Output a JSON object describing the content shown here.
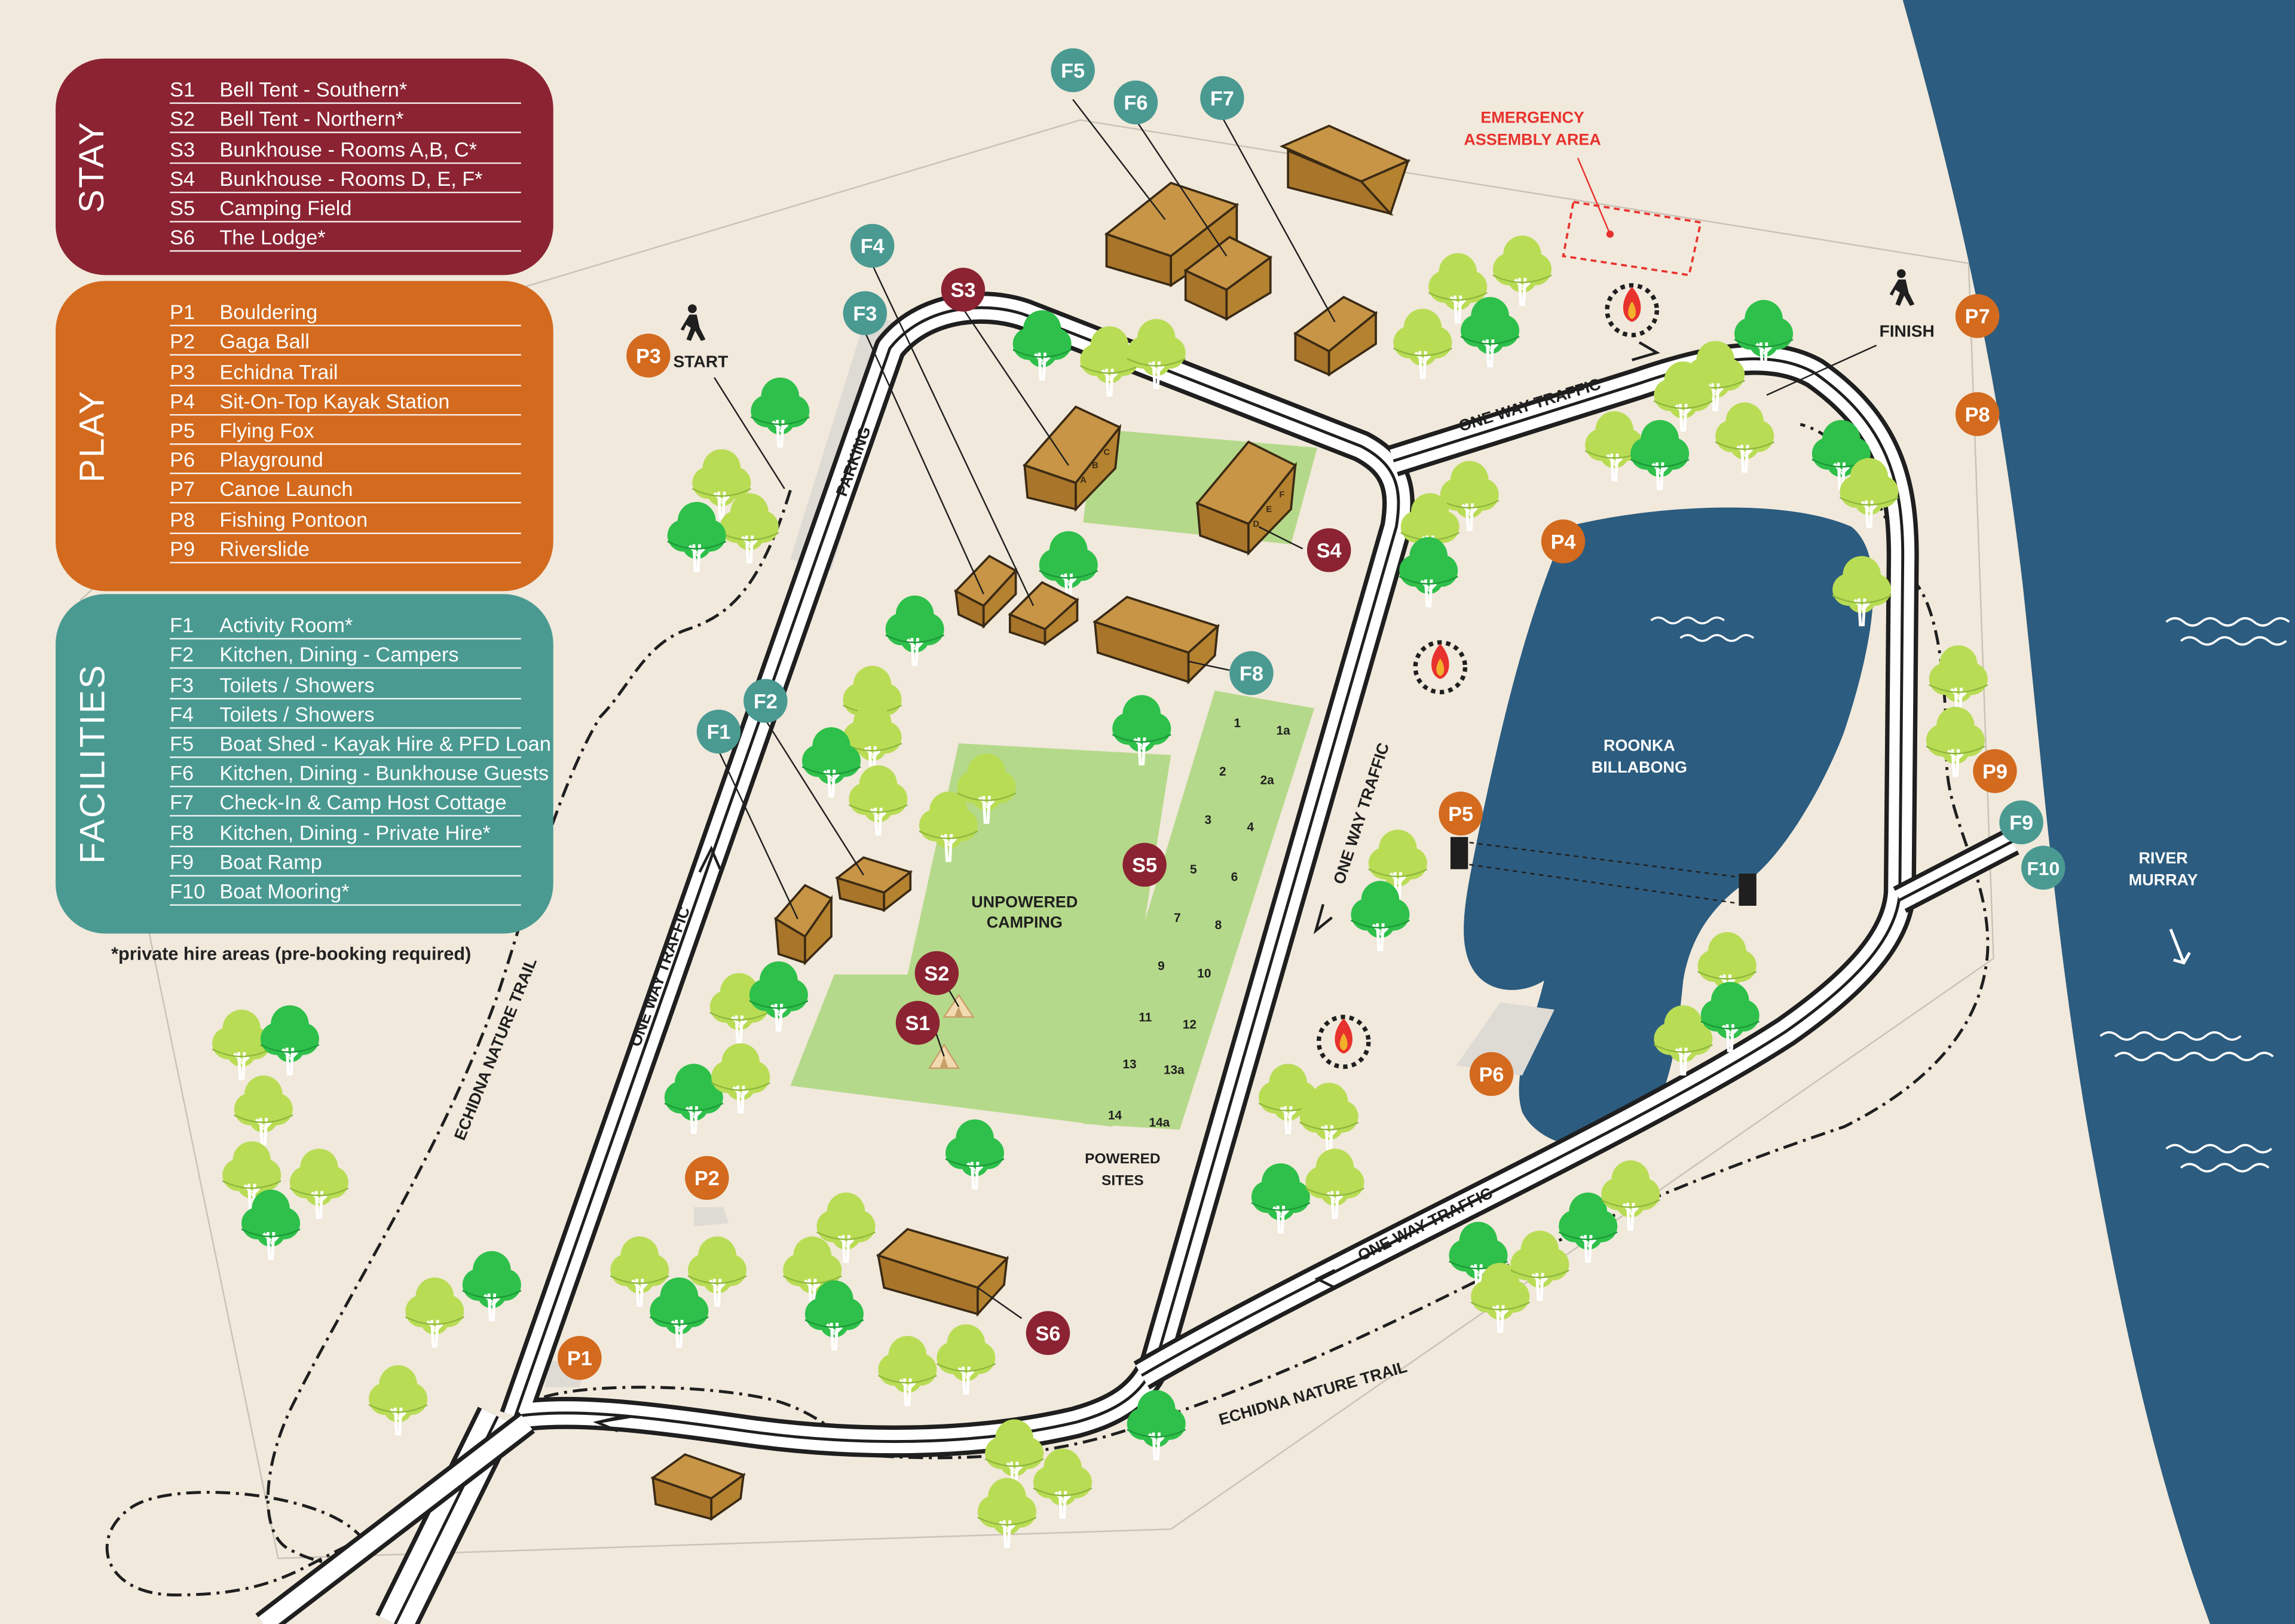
{
  "legend": {
    "stay": {
      "title": "STAY",
      "color": "#8b2332",
      "items": [
        {
          "code": "S1",
          "label": "Bell Tent - Southern*"
        },
        {
          "code": "S2",
          "label": "Bell Tent - Northern*"
        },
        {
          "code": "S3",
          "label": "Bunkhouse - Rooms A,B, C*"
        },
        {
          "code": "S4",
          "label": "Bunkhouse - Rooms D, E, F*"
        },
        {
          "code": "S5",
          "label": "Camping Field"
        },
        {
          "code": "S6",
          "label": "The Lodge*"
        }
      ]
    },
    "play": {
      "title": "PLAY",
      "color": "#d36a1e",
      "items": [
        {
          "code": "P1",
          "label": "Bouldering"
        },
        {
          "code": "P2",
          "label": "Gaga Ball"
        },
        {
          "code": "P3",
          "label": "Echidna Trail"
        },
        {
          "code": "P4",
          "label": "Sit-On-Top Kayak Station"
        },
        {
          "code": "P5",
          "label": "Flying Fox"
        },
        {
          "code": "P6",
          "label": "Playground"
        },
        {
          "code": "P7",
          "label": "Canoe Launch"
        },
        {
          "code": "P8",
          "label": "Fishing Pontoon"
        },
        {
          "code": "P9",
          "label": "Riverslide"
        }
      ]
    },
    "facilities": {
      "title": "FACILITIES",
      "color": "#4a9a92",
      "items": [
        {
          "code": "F1",
          "label": "Activity Room*"
        },
        {
          "code": "F2",
          "label": "Kitchen, Dining - Campers"
        },
        {
          "code": "F3",
          "label": "Toilets / Showers"
        },
        {
          "code": "F4",
          "label": "Toilets / Showers"
        },
        {
          "code": "F5",
          "label": "Boat Shed - Kayak Hire & PFD Loan"
        },
        {
          "code": "F6",
          "label": "Kitchen, Dining - Bunkhouse Guests"
        },
        {
          "code": "F7",
          "label": "Check-In & Camp Host Cottage"
        },
        {
          "code": "F8",
          "label": "Kitchen, Dining - Private Hire*"
        },
        {
          "code": "F9",
          "label": "Boat Ramp"
        },
        {
          "code": "F10",
          "label": "Boat Mooring*"
        }
      ]
    },
    "footnote": "*private hire areas (pre-booking required)"
  },
  "map": {
    "colors": {
      "land": "#f1e9dc",
      "river": "#2c5c7f",
      "billabong": "#2c5c7f",
      "grass": "#b5d98a",
      "building": "#b5822f",
      "tree_light": "#b9dc55",
      "tree_green": "#2ec04a",
      "emergency": "#e8322d"
    },
    "labels": {
      "start": "START",
      "finish": "FINISH",
      "parking": "PARKING",
      "emergency_line1": "EMERGENCY",
      "emergency_line2": "ASSEMBLY AREA",
      "one_way_1": "ONE WAY TRAFFIC",
      "one_way_2": "ONE WAY TRAFFIC",
      "one_way_3": "ONE WAY TRAFFIC",
      "one_way_4": "ONE WAY TRAFFIC",
      "trail_1": "ECHIDNA NATURE TRAIL",
      "trail_2": "ECHIDNA NATURE TRAIL",
      "unpowered_line1": "UNPOWERED",
      "unpowered_line2": "CAMPING",
      "powered_line1": "POWERED",
      "powered_line2": "SITES",
      "billabong_line1": "ROONKA",
      "billabong_line2": "BILLABONG",
      "river_line1": "RIVER",
      "river_line2": "MURRAY"
    },
    "markers": {
      "S1": "S1",
      "S2": "S2",
      "S3": "S3",
      "S4": "S4",
      "S5": "S5",
      "S6": "S6",
      "P1": "P1",
      "P2": "P2",
      "P3": "P3",
      "P4": "P4",
      "P5": "P5",
      "P6": "P6",
      "P7": "P7",
      "P8": "P8",
      "P9": "P9",
      "F1": "F1",
      "F2": "F2",
      "F3": "F3",
      "F4": "F4",
      "F5": "F5",
      "F6": "F6",
      "F7": "F7",
      "F8": "F8",
      "F9": "F9",
      "F10": "F10"
    },
    "bunk_rooms": [
      "A",
      "B",
      "C",
      "D",
      "E",
      "F"
    ],
    "powered_sites": [
      "1",
      "1a",
      "2",
      "2a",
      "3",
      "4",
      "5",
      "6",
      "7",
      "8",
      "9",
      "10",
      "11",
      "12",
      "13",
      "13a",
      "14",
      "14a"
    ]
  }
}
